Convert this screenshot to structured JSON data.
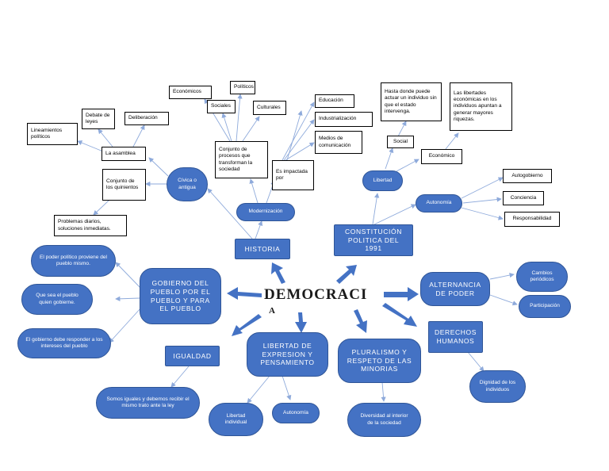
{
  "center": {
    "line1": "DEMOCRACI",
    "line2": "A"
  },
  "historia": {
    "label": "HISTORIA",
    "civica": "Cívica o antigua",
    "modernizacion": "Modernización",
    "asamblea": "La asamblea",
    "debate": "Debate de leyes",
    "deliberacion": "Deliberación",
    "lineamientos": "Lineamientos políticos",
    "quinientos": "Conjunto de los quinientos",
    "problemas": "Problemas diarios, soluciones inmediatas.",
    "economicos": "Económicos",
    "politicos": "Políticos",
    "sociales": "Sociales",
    "culturales": "Culturales",
    "procesos": "Conjunto de procesos que transforman la sociedad",
    "impactada": "Es impactada por",
    "educacion": "Educación",
    "industrializacion": "Industrialización",
    "medios": "Medios de comunicación"
  },
  "constitucion": {
    "label": "CONSTITUCIÓN POLITICA DEL 1991",
    "libertad": "Libertad",
    "autonomia": "Autonomía",
    "social": "Social",
    "economico": "Económico",
    "hasta": "Hasta donde puede actuar un individuo sin que el estado intervenga.",
    "libertades": "Las libertades económicas en los individuos apuntan a generar mayores riquezas.",
    "autogobierno": "Autogobierno",
    "conciencia": "Conciencia",
    "responsabilidad": "Responsabilidad"
  },
  "gobierno": {
    "label": "GOBIERNO DEL PUEBLO POR EL PUEBLO Y PARA EL PUEBLO",
    "poder": "El poder político proviene del pueblo mismo.",
    "quesea": "Que sea el pueblo quien gobierne.",
    "responder": "El gobierno debe responder a los intereses del pueblo"
  },
  "igualdad": {
    "label": "IGUALDAD",
    "somos": "Somos iguales y debemos recibir el mismo trato ante la ley"
  },
  "libertad_expresion": {
    "label": "LIBERTAD DE EXPRESION Y PENSAMIENTO",
    "individual": "Libertad individual",
    "autonomia": "Autonomía"
  },
  "pluralismo": {
    "label": "PLURALISMO Y RESPETO DE LAS MINORIAS",
    "diversidad": "Diversidad al interior de la sociedad"
  },
  "alternancia": {
    "label": "ALTERNANCIA DE PODER",
    "cambios": "Cambios periódicos",
    "participacion": "Participación"
  },
  "derechos": {
    "label": "DERECHOS HUMANOS",
    "dignidad": "Dignidad de los individuos"
  },
  "colors": {
    "node": "#4472c4",
    "node_border": "#2f5597",
    "arrow": "#4472c4",
    "connector": "#8eaadb"
  }
}
